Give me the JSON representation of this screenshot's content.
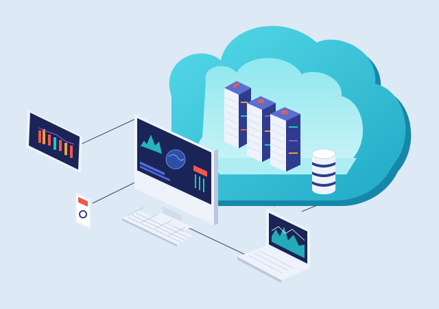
{
  "colors": {
    "background": "#dde9f5",
    "cloud_light": "#4fd6e6",
    "cloud_mid": "#27b7cf",
    "cloud_dark": "#1687a8",
    "server_body": "#2e3b8f",
    "server_front": "#eef3fb",
    "screen_dark": "#1a2456",
    "accent_red": "#ef5a4a",
    "accent_orange": "#f59b3c",
    "accent_teal": "#27c3c9",
    "accent_purple": "#8c5bd6",
    "connector": "#3d4a6a"
  },
  "icons": {
    "cloud": "cloud-icon",
    "server": "server-rack-icon",
    "database": "database-icon",
    "desktop": "desktop-monitor-icon",
    "keyboard": "keyboard-icon",
    "tablet": "tablet-icon",
    "phone": "smartphone-icon",
    "laptop": "laptop-icon"
  },
  "diagram": {
    "nodes": [
      "cloud",
      "server-rack",
      "server-rack",
      "server-rack",
      "database",
      "desktop",
      "tablet",
      "smartphone",
      "laptop"
    ],
    "connections": [
      [
        "tablet",
        "desktop"
      ],
      [
        "smartphone",
        "desktop"
      ],
      [
        "desktop",
        "cloud"
      ],
      [
        "desktop",
        "laptop"
      ],
      [
        "laptop",
        "cloud"
      ]
    ]
  }
}
